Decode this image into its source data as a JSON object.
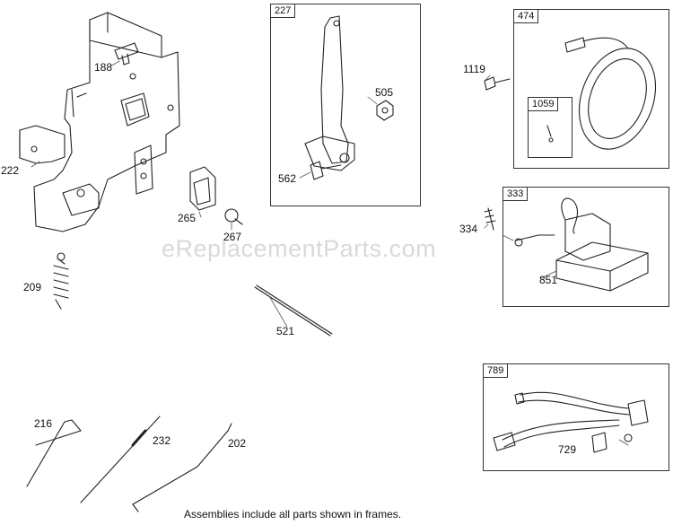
{
  "watermark": "eReplacementParts.com",
  "footnote": "Assemblies include all parts shown in frames.",
  "frames": [
    {
      "id": "227",
      "label": "227"
    },
    {
      "id": "474",
      "label": "474"
    },
    {
      "id": "1059",
      "label": "1059"
    },
    {
      "id": "333",
      "label": "333"
    },
    {
      "id": "789",
      "label": "789"
    }
  ],
  "parts": [
    {
      "id": "188",
      "label": "188"
    },
    {
      "id": "222",
      "label": "222"
    },
    {
      "id": "265",
      "label": "265"
    },
    {
      "id": "267",
      "label": "267"
    },
    {
      "id": "209",
      "label": "209"
    },
    {
      "id": "505",
      "label": "505"
    },
    {
      "id": "562",
      "label": "562"
    },
    {
      "id": "1119",
      "label": "1119"
    },
    {
      "id": "334",
      "label": "334"
    },
    {
      "id": "851",
      "label": "851"
    },
    {
      "id": "521",
      "label": "521"
    },
    {
      "id": "729",
      "label": "729"
    },
    {
      "id": "216",
      "label": "216"
    },
    {
      "id": "232",
      "label": "232"
    },
    {
      "id": "202",
      "label": "202"
    }
  ]
}
